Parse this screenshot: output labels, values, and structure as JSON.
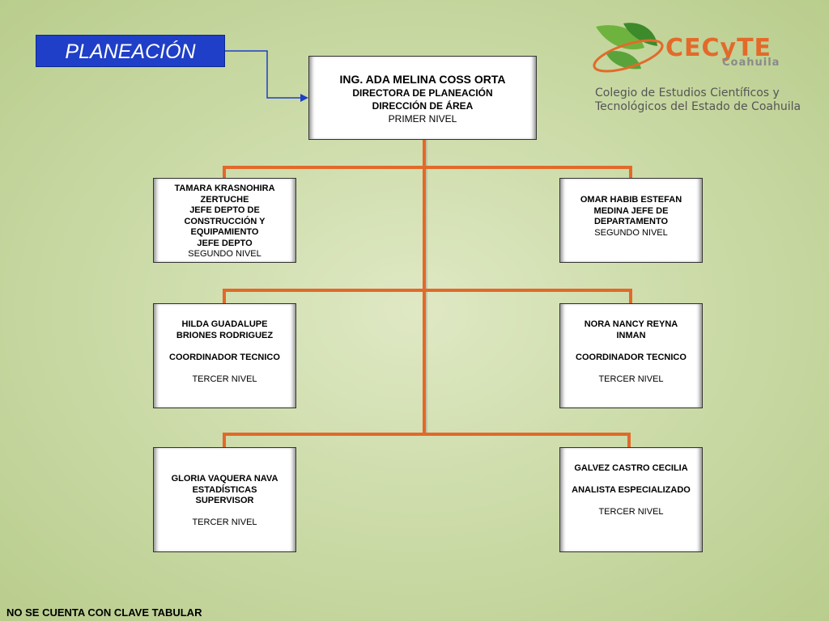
{
  "title": "PLANEACIÓN",
  "logo": {
    "brand": "CECyTE",
    "region": "Coahuila",
    "line1": "Colegio de Estudios Científicos y",
    "line2": "Tecnológicos del Estado de Coahuila",
    "colors": {
      "green": "#5aa33a",
      "orange": "#e36a2a",
      "gray": "#8a8a8a"
    }
  },
  "colors": {
    "title_bg": "#1f3fc8",
    "connector": "#e2692a",
    "arrow": "#1f3fc8"
  },
  "top": {
    "name": "ING. ADA MELINA COSS ORTA",
    "role": "DIRECTORA DE PLANEACIÓN",
    "area": "DIRECCIÓN DE ÁREA",
    "level": "PRIMER NIVEL"
  },
  "nodes": [
    {
      "lines_bold": [
        "TAMARA KRASNOHIRA",
        "ZERTUCHE",
        "JEFE DEPTO DE",
        "CONSTRUCCIÓN Y",
        "EQUIPAMIENTO",
        "JEFE DEPTO"
      ],
      "level": "SEGUNDO NIVEL"
    },
    {
      "lines_bold": [
        "OMAR HABIB ESTEFAN",
        "MEDINA JEFE DE",
        "DEPARTAMENTO"
      ],
      "level": "SEGUNDO NIVEL"
    },
    {
      "name": [
        "HILDA GUADALUPE",
        "BRIONES RODRIGUEZ"
      ],
      "role": "COORDINADOR TECNICO",
      "level": "TERCER NIVEL"
    },
    {
      "name": [
        "NORA NANCY REYNA",
        "INMAN"
      ],
      "role": "COORDINADOR TECNICO",
      "level": "TERCER NIVEL"
    },
    {
      "name": [
        "GLORIA VAQUERA NAVA",
        "ESTADÍSTICAS",
        "SUPERVISOR"
      ],
      "level": "TERCER NIVEL"
    },
    {
      "name": [
        "GALVEZ CASTRO CECILIA"
      ],
      "role": "ANALISTA ESPECIALIZADO",
      "level": "TERCER NIVEL"
    }
  ],
  "footer": "NO SE CUENTA CON CLAVE TABULAR"
}
